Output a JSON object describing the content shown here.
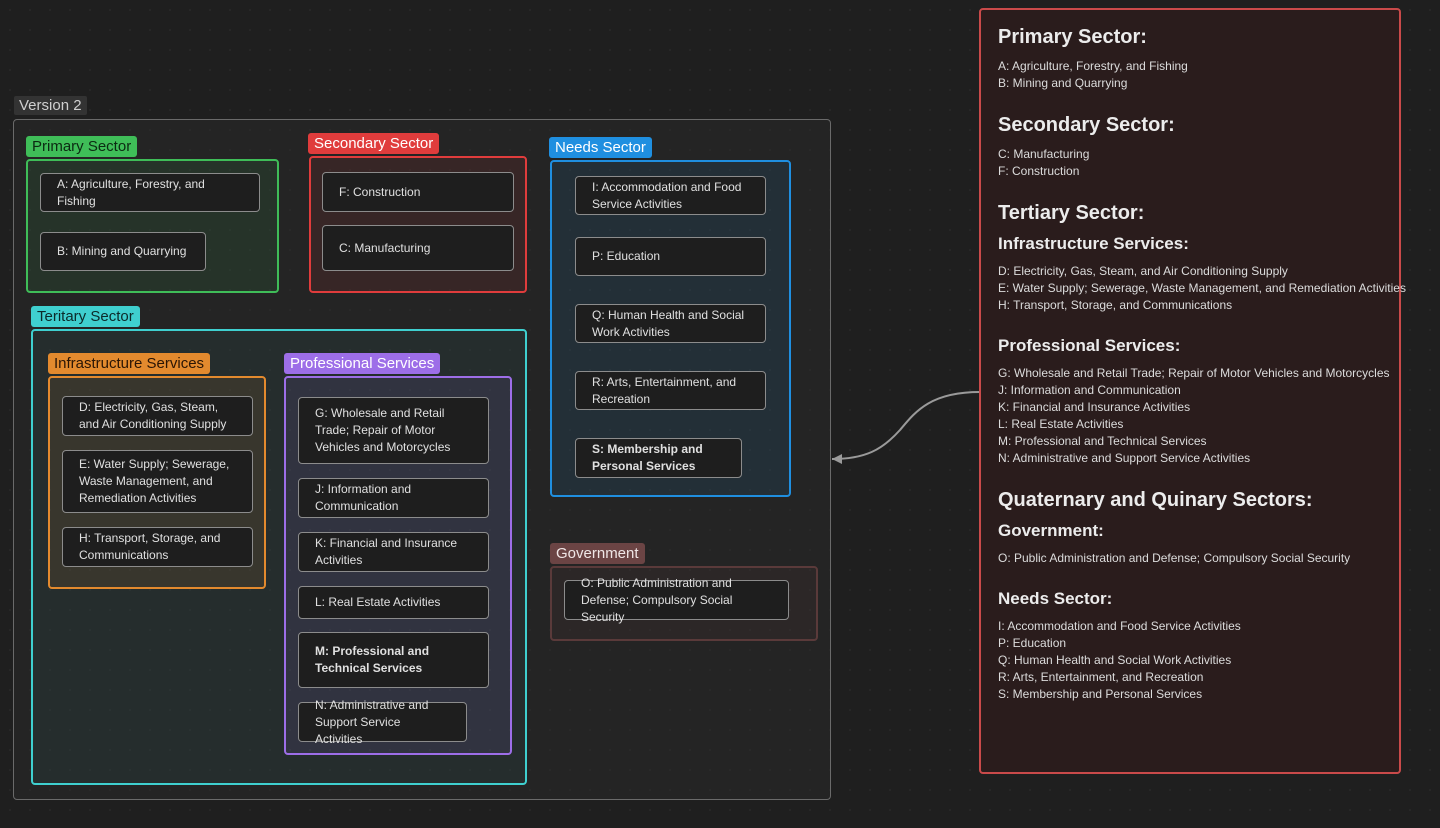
{
  "version_label": "Version 2",
  "groups": {
    "primary": {
      "label": "Primary Sector",
      "color": "#3fbd58"
    },
    "secondary": {
      "label": "Secondary Sector",
      "color": "#e03c3c"
    },
    "needs": {
      "label": "Needs Sector",
      "color": "#1f8fe0"
    },
    "tertiary": {
      "label": "Teritary Sector",
      "color": "#3fcfcf"
    },
    "infrastructure": {
      "label": "Infrastructure Services",
      "color": "#e38a2e"
    },
    "professional": {
      "label": "Professional Services",
      "color": "#9d6ee8"
    },
    "government": {
      "label": "Government",
      "color": "#6b4444"
    }
  },
  "nodes": {
    "a": "A: Agriculture, Forestry, and Fishing",
    "b": "B: Mining and Quarrying",
    "f": "F: Construction",
    "c": "C: Manufacturing",
    "i": "I: Accommodation and Food Service Activities",
    "p": "P: Education",
    "q": "Q: Human Health and Social Work Activities",
    "r": "R: Arts, Entertainment, and Recreation",
    "s": "S: Membership and Personal Services",
    "d": "D: Electricity, Gas, Steam, and Air Conditioning Supply",
    "e": "E: Water Supply; Sewerage, Waste Management, and Remediation Activities",
    "h": "H: Transport, Storage, and Communications",
    "g": "G: Wholesale and Retail Trade; Repair of Motor Vehicles and Motorcycles",
    "j": "J: Information and Communication",
    "k": "K: Financial and Insurance Activities",
    "l": "L: Real Estate Activities",
    "m": "M: Professional and Technical Services",
    "n": "N: Administrative and Support Service Activities",
    "o": "O: Public Administration and Defense; Compulsory Social Security"
  },
  "note": {
    "primary_title": "Primary Sector:",
    "primary_items": [
      "A: Agriculture, Forestry, and Fishing",
      "B: Mining and Quarrying"
    ],
    "secondary_title": "Secondary Sector:",
    "secondary_items": [
      "C: Manufacturing",
      "F: Construction"
    ],
    "tertiary_title": "Tertiary Sector:",
    "infrastructure_title": "Infrastructure Services:",
    "infrastructure_items": [
      "D: Electricity, Gas, Steam, and Air Conditioning Supply",
      "E: Water Supply; Sewerage, Waste Management, and Remediation Activities",
      "H: Transport, Storage, and Communications"
    ],
    "professional_title": "Professional Services:",
    "professional_items": [
      "G: Wholesale and Retail Trade; Repair of Motor Vehicles and Motorcycles",
      "J: Information and Communication",
      "K: Financial and Insurance Activities",
      "L: Real Estate Activities",
      "M: Professional and Technical Services",
      "N: Administrative and Support Service Activities"
    ],
    "quaternary_title": "Quaternary and Quinary Sectors:",
    "government_title": "Government:",
    "government_items": [
      "O: Public Administration and Defense; Compulsory Social Security"
    ],
    "needs_title": "Needs Sector:",
    "needs_items": [
      "I: Accommodation and Food Service Activities",
      "P: Education",
      "Q: Human Health and Social Work Activities",
      "R: Arts, Entertainment, and Recreation",
      "S: Membership and Personal Services"
    ]
  }
}
